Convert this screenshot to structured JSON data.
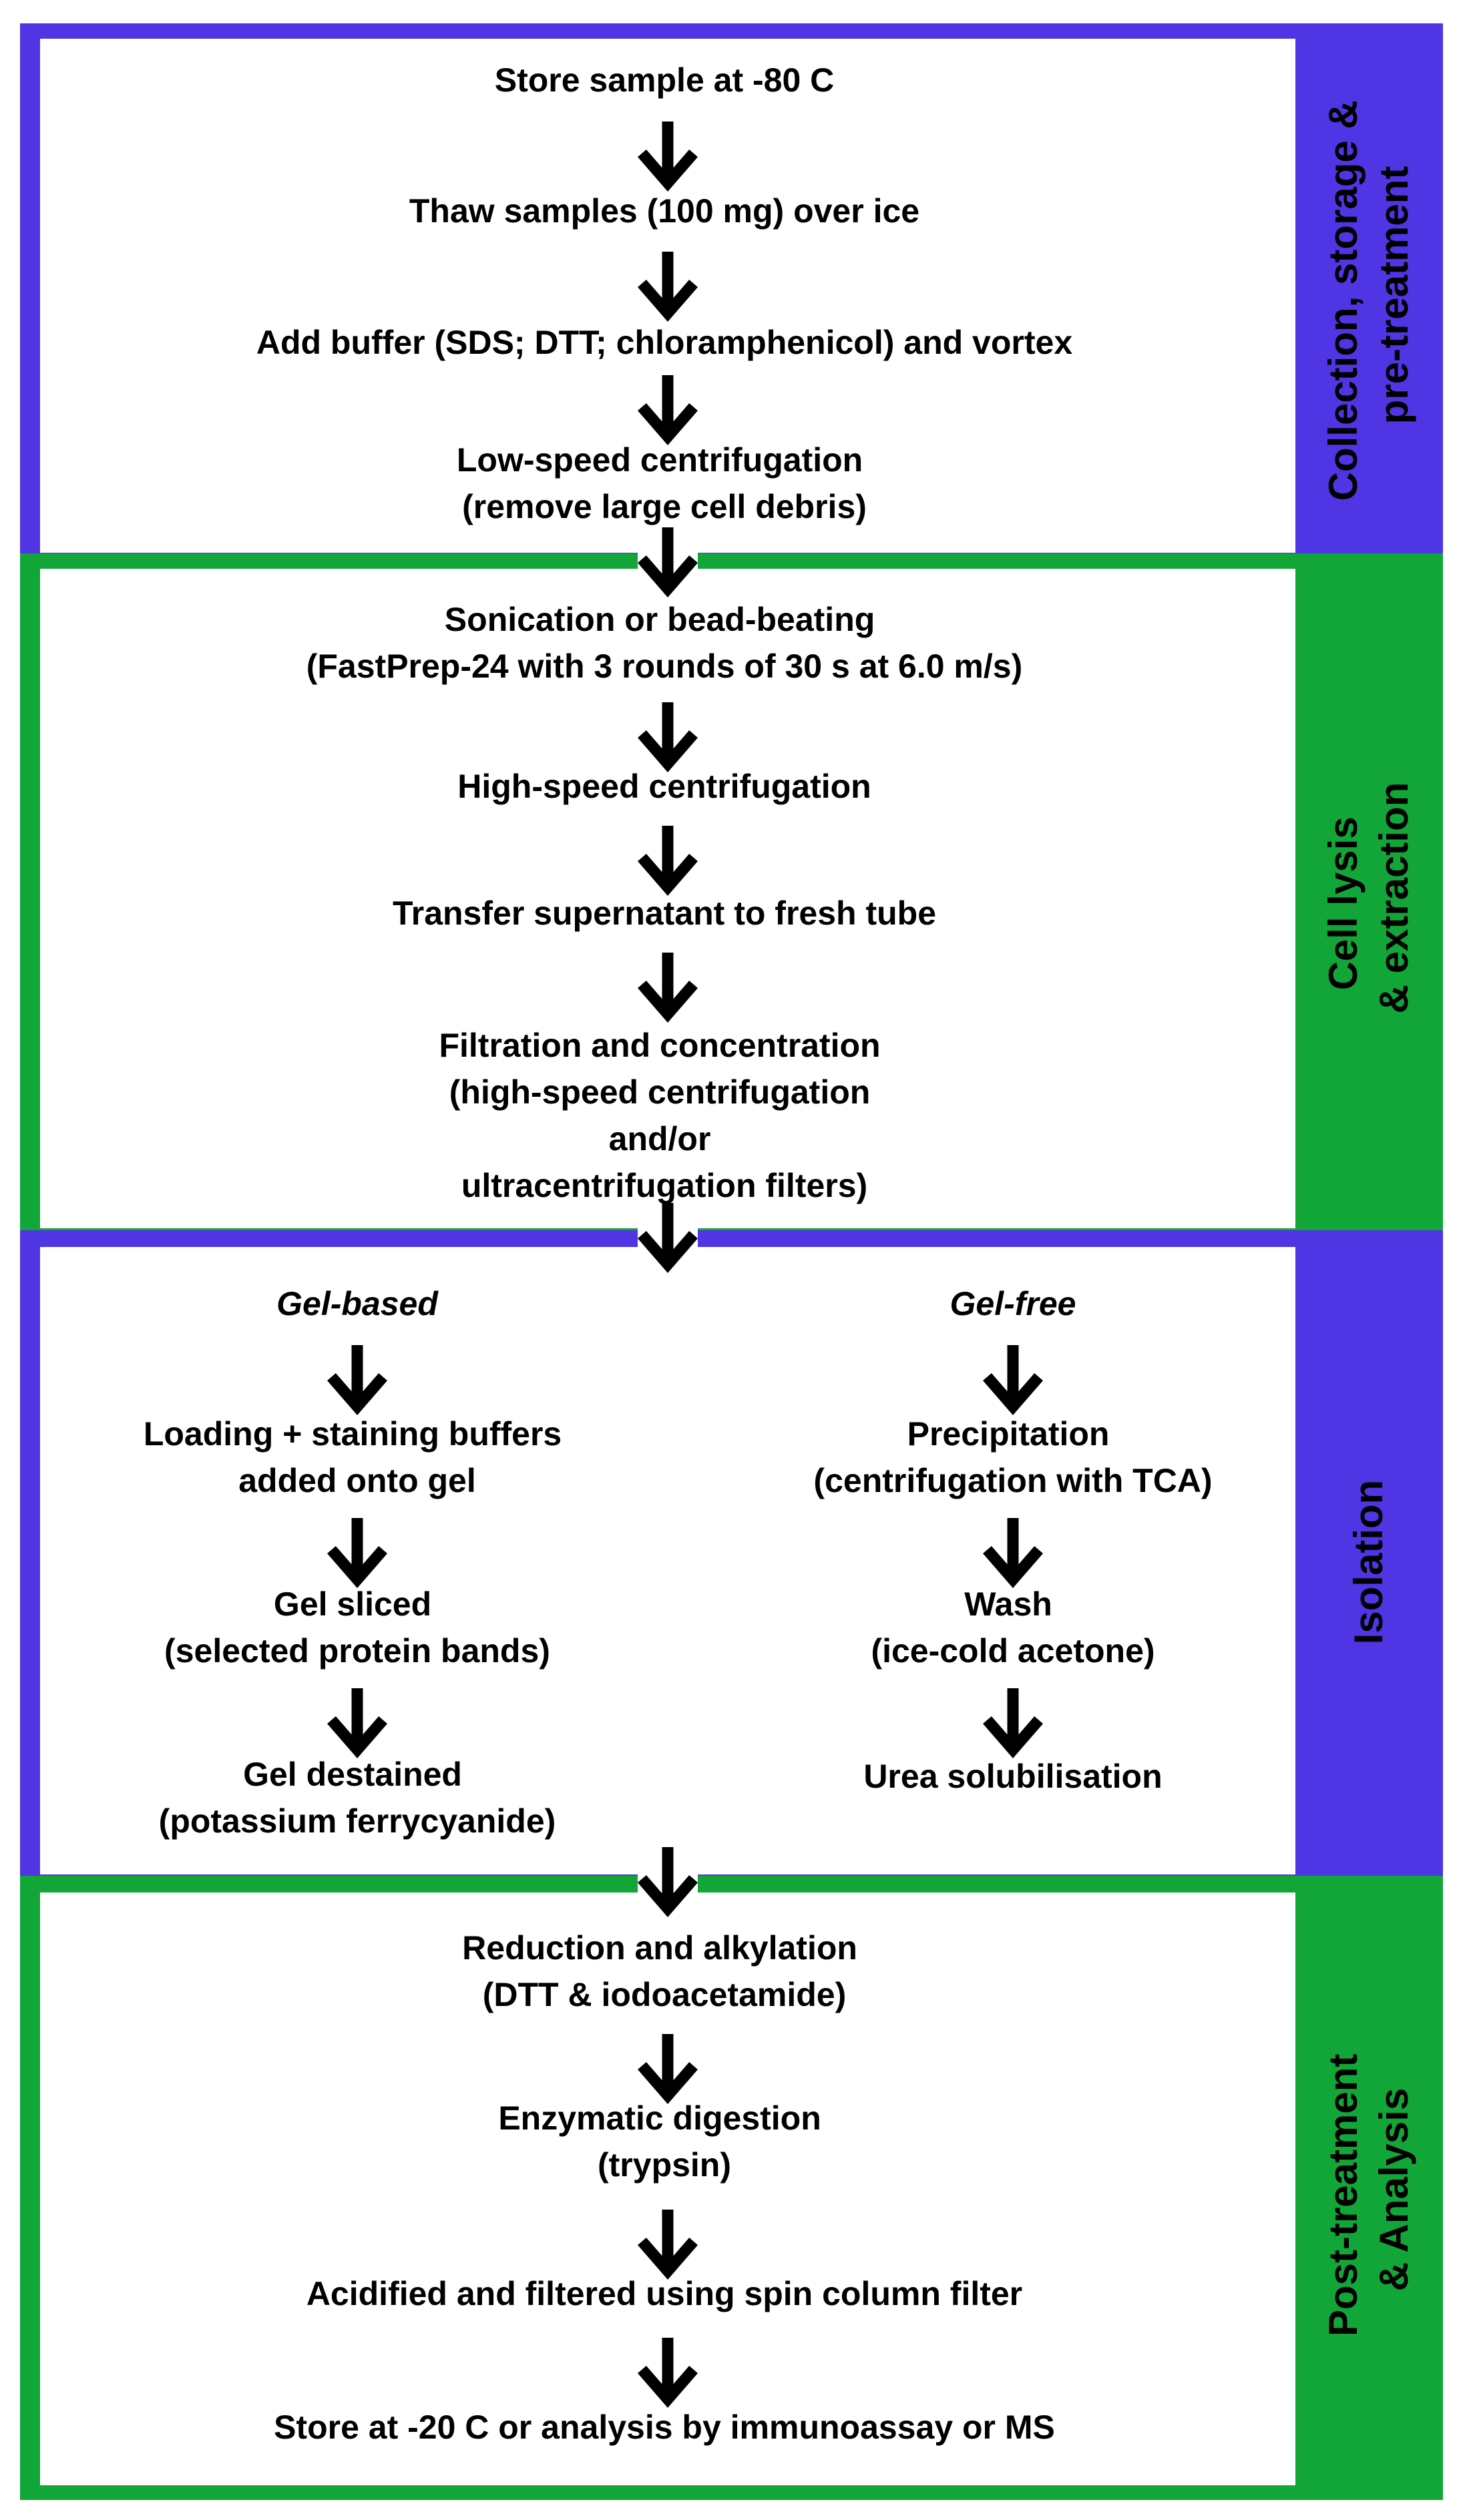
{
  "colors": {
    "purple": "#4F35E3",
    "green": "#12A638",
    "box_fill": "#ffffff",
    "ink": "#000000"
  },
  "sections": [
    {
      "id": "collection",
      "color": "purple",
      "label": [
        "Collection, storage &",
        "pre-treatment"
      ],
      "steps": [
        [
          "Store sample at -80 C"
        ],
        [
          "Thaw samples (100 mg) over ice"
        ],
        [
          "Add buffer (SDS; DTT; chloramphenicol) and vortex"
        ],
        [
          "Low-speed centrifugation",
          "(remove large cell debris)"
        ]
      ]
    },
    {
      "id": "lysis",
      "color": "green",
      "label": [
        "Cell lysis",
        "& extraction"
      ],
      "steps": [
        [
          "Sonication or bead-beating",
          "(FastPrep-24 with 3 rounds of 30 s at 6.0 m/s)"
        ],
        [
          "High-speed centrifugation"
        ],
        [
          "Transfer supernatant to fresh tube"
        ],
        [
          "Filtration and concentration",
          "(high-speed centrifugation",
          "and/or",
          "ultracentrifugation filters)"
        ]
      ]
    },
    {
      "id": "isolation",
      "color": "purple",
      "label": [
        "Isolation"
      ],
      "branches": [
        {
          "heading": "Gel-based",
          "steps": [
            [
              "Loading + staining buffers",
              "added onto gel"
            ],
            [
              "Gel sliced",
              "(selected protein bands)"
            ],
            [
              "Gel destained",
              "(potassium ferrycyanide)"
            ]
          ]
        },
        {
          "heading": "Gel-free",
          "steps": [
            [
              "Precipitation",
              "(centrifugation with TCA)"
            ],
            [
              "Wash",
              "(ice-cold acetone)"
            ],
            [
              "Urea solubilisation"
            ]
          ]
        }
      ]
    },
    {
      "id": "post",
      "color": "green",
      "label": [
        "Post-treatment",
        "& Analysis"
      ],
      "steps": [
        [
          "Reduction and alkylation",
          "(DTT & iodoacetamide)"
        ],
        [
          "Enzymatic digestion",
          "(trypsin)"
        ],
        [
          "Acidified and filtered using spin column filter"
        ],
        [
          "Store at -20 C or analysis by immunoassay or MS"
        ]
      ]
    }
  ]
}
